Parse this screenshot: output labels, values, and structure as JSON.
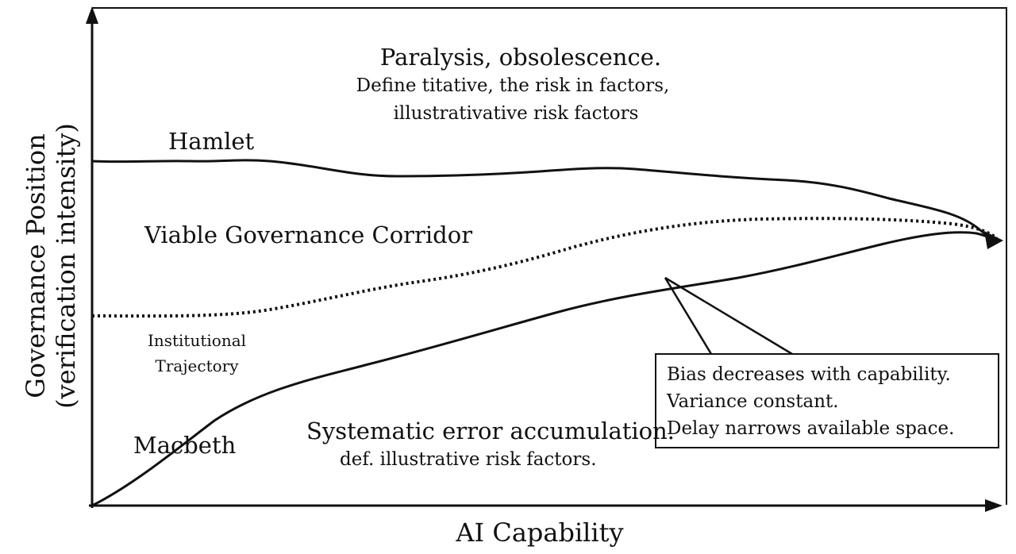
{
  "axes": {
    "x_label": "AI Capability",
    "y_label_line1": "Governance Position",
    "y_label_line2": "(verification intensity)"
  },
  "regions": {
    "top_title": "Paralysis, obsolescence.",
    "top_line2": "Define titative, the risk in factors,",
    "top_line3": "illustrativative risk factors",
    "corridor": "Viable Governance Corridor",
    "bottom_title": "Systematic error accumulation.",
    "bottom_line2": "def. illustrative risk factors."
  },
  "curves": {
    "upper": "Hamlet",
    "lower": "Macbeth",
    "trajectory_line1": "Institutional",
    "trajectory_line2": "Trajectory"
  },
  "annotation": {
    "line1": "Bias decreases with capability.",
    "line2": "Variance constant.",
    "line3": "Delay narrows available space."
  },
  "colors": {
    "ink": "#111111",
    "background": "#ffffff"
  }
}
